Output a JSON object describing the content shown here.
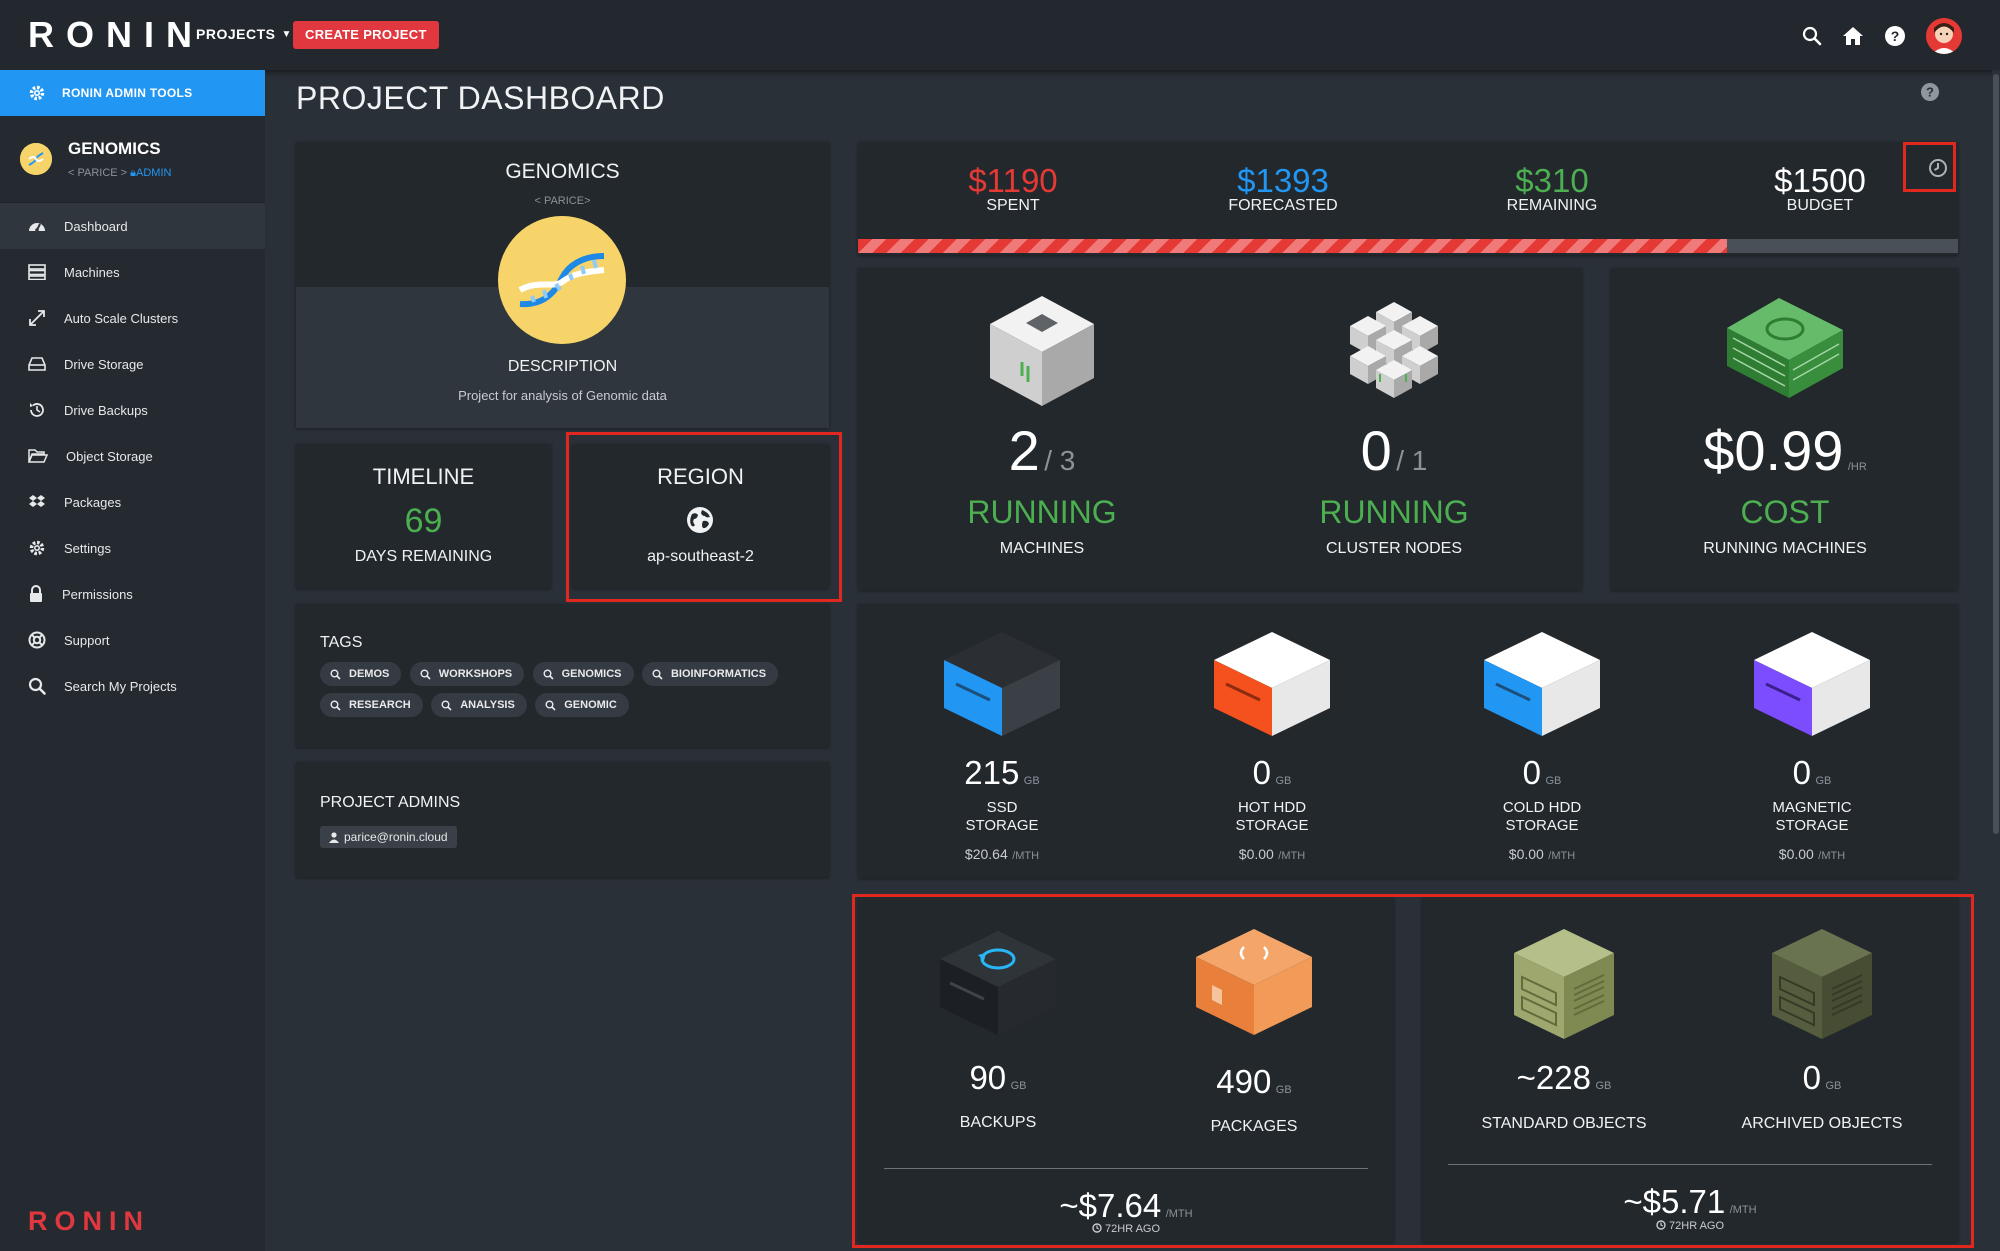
{
  "header": {
    "logo": "RONIN",
    "projects_label": "PROJECTS",
    "create_project_label": "CREATE PROJECT"
  },
  "sidebar": {
    "admin_tools_label": "RONIN ADMIN TOOLS",
    "project": {
      "name": "GENOMICS",
      "owner": "< PARICE >",
      "role": "ADMIN"
    },
    "items": [
      {
        "label": "Dashboard",
        "icon": "dashboard-icon"
      },
      {
        "label": "Machines",
        "icon": "server-icon"
      },
      {
        "label": "Auto Scale Clusters",
        "icon": "expand-icon"
      },
      {
        "label": "Drive Storage",
        "icon": "drive-icon"
      },
      {
        "label": "Drive Backups",
        "icon": "history-icon"
      },
      {
        "label": "Object Storage",
        "icon": "folder-open-icon"
      },
      {
        "label": "Packages",
        "icon": "dropbox-icon"
      },
      {
        "label": "Settings",
        "icon": "gear-icon"
      },
      {
        "label": "Permissions",
        "icon": "lock-icon"
      },
      {
        "label": "Support",
        "icon": "life-ring-icon"
      },
      {
        "label": "Search My Projects",
        "icon": "search-icon"
      }
    ],
    "footer_logo": "RONIN"
  },
  "page": {
    "title": "PROJECT DASHBOARD"
  },
  "project_card": {
    "name": "GENOMICS",
    "owner": "< PARICE>",
    "description_label": "DESCRIPTION",
    "description": "Project for analysis of Genomic data"
  },
  "timeline": {
    "label": "TIMELINE",
    "value": "69",
    "sub": "DAYS REMAINING"
  },
  "region": {
    "label": "REGION",
    "value": "ap-southeast-2"
  },
  "tags": {
    "label": "TAGS",
    "items": [
      "DEMOS",
      "WORKSHOPS",
      "GENOMICS",
      "BIOINFORMATICS",
      "RESEARCH",
      "ANALYSIS",
      "GENOMIC"
    ]
  },
  "admins": {
    "label": "PROJECT ADMINS",
    "users": [
      "parice@ronin.cloud"
    ]
  },
  "budget": {
    "spent": "$1190",
    "spent_label": "SPENT",
    "forecasted": "$1393",
    "forecasted_label": "FORECASTED",
    "remaining": "$310",
    "remaining_label": "REMAINING",
    "budget": "$1500",
    "budget_label": "BUDGET",
    "spent_fraction": 0.79,
    "colors": {
      "spent": "#e53935",
      "forecasted": "#2196f3",
      "remaining": "#4caf50"
    }
  },
  "machines": {
    "running": "2",
    "total": "/ 3",
    "status": "RUNNING",
    "label": "MACHINES"
  },
  "cluster": {
    "running": "0",
    "total": "/ 1",
    "status": "RUNNING",
    "label": "CLUSTER NODES"
  },
  "cost": {
    "value": "$0.99",
    "unit": "/HR",
    "status": "COST",
    "label": "RUNNING MACHINES"
  },
  "storage": [
    {
      "value": "215",
      "unit": "GB",
      "line1": "SSD",
      "line2": "STORAGE",
      "cost": "$20.64",
      "cost_unit": "/MTH",
      "color": "#2196f3"
    },
    {
      "value": "0",
      "unit": "GB",
      "line1": "HOT HDD",
      "line2": "STORAGE",
      "cost": "$0.00",
      "cost_unit": "/MTH",
      "color": "#f4511e"
    },
    {
      "value": "0",
      "unit": "GB",
      "line1": "COLD HDD",
      "line2": "STORAGE",
      "cost": "$0.00",
      "cost_unit": "/MTH",
      "color": "#2196f3"
    },
    {
      "value": "0",
      "unit": "GB",
      "line1": "MAGNETIC",
      "line2": "STORAGE",
      "cost": "$0.00",
      "cost_unit": "/MTH",
      "color": "#7c4dff"
    }
  ],
  "backups_panel": {
    "backups": {
      "value": "90",
      "unit": "GB",
      "label": "BACKUPS"
    },
    "packages": {
      "value": "490",
      "unit": "GB",
      "label": "PACKAGES"
    },
    "total": "~$7.64",
    "total_unit": "/MTH",
    "updated": "72HR AGO"
  },
  "objects_panel": {
    "standard": {
      "value": "~228",
      "unit": "GB",
      "label": "STANDARD OBJECTS"
    },
    "archived": {
      "value": "0",
      "unit": "GB",
      "label": "ARCHIVED OBJECTS"
    },
    "total": "~$5.71",
    "total_unit": "/MTH",
    "updated": "72HR AGO"
  }
}
